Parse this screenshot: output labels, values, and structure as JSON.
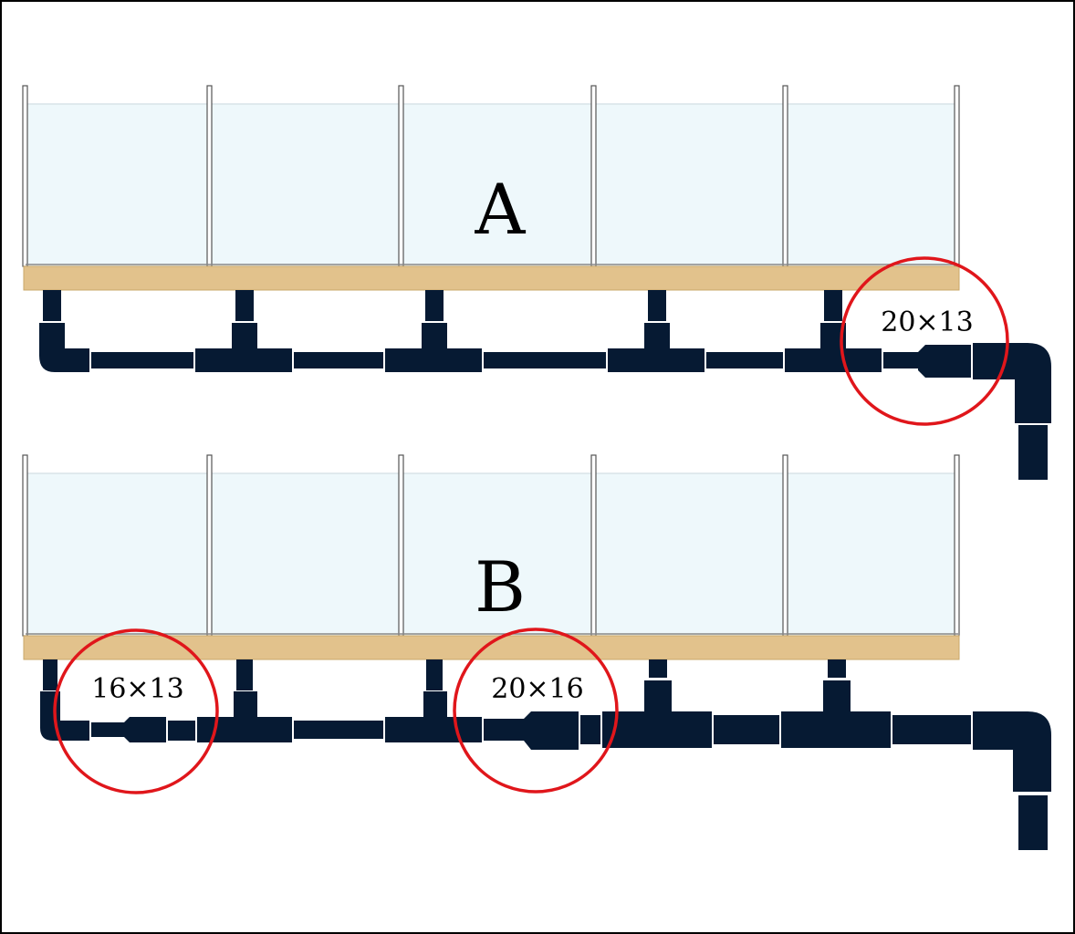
{
  "panels": [
    {
      "id": "A",
      "label": "A",
      "callouts": [
        "20×13"
      ]
    },
    {
      "id": "B",
      "label": "B",
      "callouts": [
        "16×13",
        "20×16"
      ]
    }
  ],
  "colors": {
    "pipe": "#061a33",
    "water": "#eef8fb",
    "board": "#e2c28c",
    "marker": "#e0161b"
  }
}
